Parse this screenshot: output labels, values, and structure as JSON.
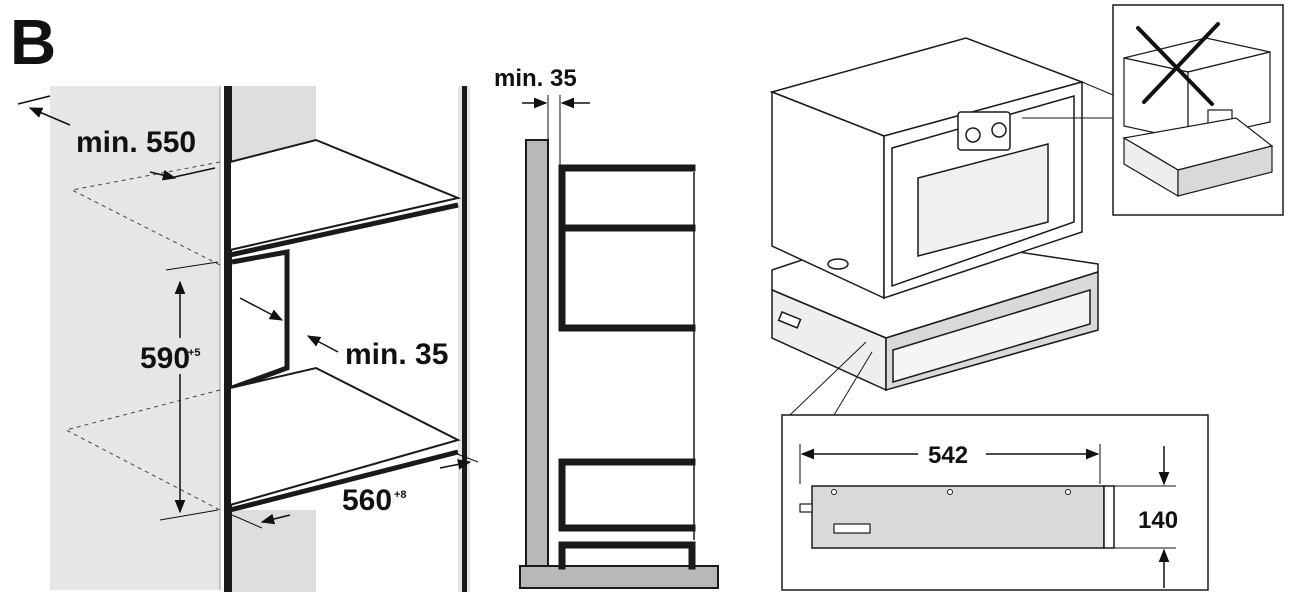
{
  "figure_letter": "B",
  "left_view": {
    "depth_label": "min. 550",
    "height_value": "590",
    "height_tolerance": "+5",
    "width_value": "560",
    "width_tolerance": "+8",
    "vent_label": "min. 35"
  },
  "side_view": {
    "gap_label": "min. 35"
  },
  "drawer_detail": {
    "width_label": "542",
    "height_label": "140"
  },
  "colors": {
    "wall": "#e6e6e6",
    "line": "#1a1a1a",
    "drawer_front": "#d9d9d9"
  }
}
